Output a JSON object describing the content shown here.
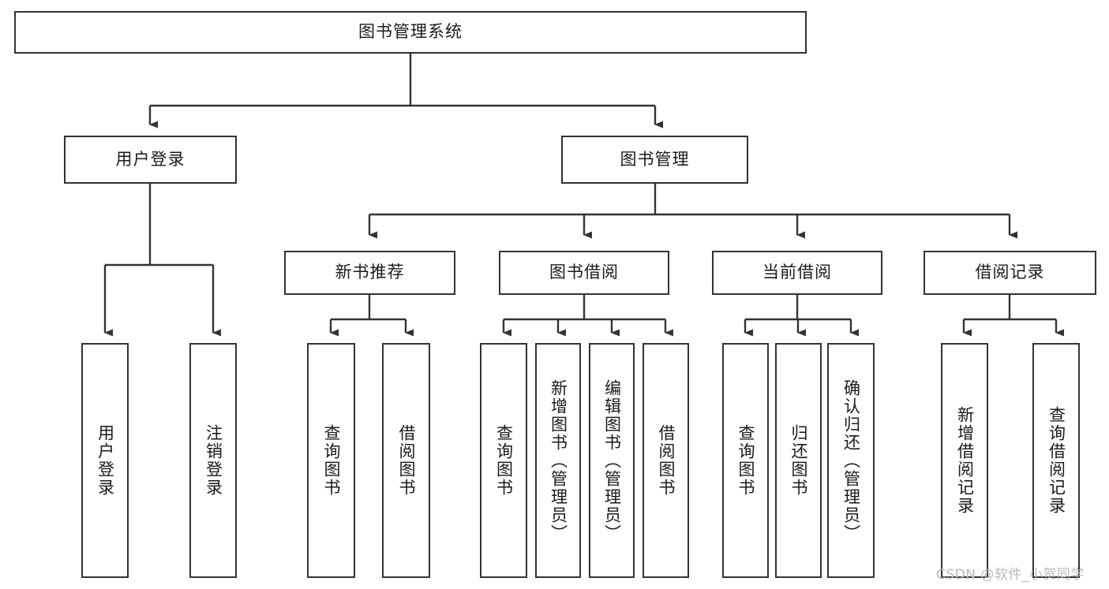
{
  "diagram": {
    "type": "tree-hierarchy-diagram",
    "title": "图书管理系统",
    "watermark": "CSDN @软件_小贺同学",
    "colors": {
      "box_border": "#333333",
      "box_fill": "#ffffff",
      "connector": "#333333",
      "text": "#1a1a1a",
      "watermark": "#b9b9b9",
      "background": "#ffffff"
    },
    "levels": [
      {
        "level": 1,
        "nodes": [
          {
            "id": "root",
            "label": "图书管理系统",
            "orientation": "horizontal"
          }
        ]
      },
      {
        "level": 2,
        "nodes": [
          {
            "id": "login",
            "label": "用户登录",
            "orientation": "horizontal",
            "parent": "root"
          },
          {
            "id": "bookmgmt",
            "label": "图书管理",
            "orientation": "horizontal",
            "parent": "root"
          }
        ]
      },
      {
        "level": 3,
        "nodes": [
          {
            "id": "newrec",
            "label": "新书推荐",
            "orientation": "horizontal",
            "parent": "bookmgmt"
          },
          {
            "id": "borrow",
            "label": "图书借阅",
            "orientation": "horizontal",
            "parent": "bookmgmt"
          },
          {
            "id": "current",
            "label": "当前借阅",
            "orientation": "horizontal",
            "parent": "bookmgmt"
          },
          {
            "id": "records",
            "label": "借阅记录",
            "orientation": "horizontal",
            "parent": "bookmgmt"
          }
        ]
      },
      {
        "level": 4,
        "nodes": [
          {
            "id": "leaf1",
            "label": "用户登录",
            "orientation": "vertical",
            "parent": "login"
          },
          {
            "id": "leaf2",
            "label": "注销登录",
            "orientation": "vertical",
            "parent": "login"
          },
          {
            "id": "leaf3",
            "label": "查询图书",
            "orientation": "vertical",
            "parent": "newrec"
          },
          {
            "id": "leaf4",
            "label": "借阅图书",
            "orientation": "vertical",
            "parent": "newrec"
          },
          {
            "id": "leaf5",
            "label": "查询图书",
            "orientation": "vertical",
            "parent": "borrow"
          },
          {
            "id": "leaf6",
            "label": "新增图书（管理员）",
            "orientation": "vertical",
            "parent": "borrow"
          },
          {
            "id": "leaf7",
            "label": "编辑图书（管理员）",
            "orientation": "vertical",
            "parent": "borrow"
          },
          {
            "id": "leaf8",
            "label": "借阅图书",
            "orientation": "vertical",
            "parent": "borrow"
          },
          {
            "id": "leaf9",
            "label": "查询图书",
            "orientation": "vertical",
            "parent": "current"
          },
          {
            "id": "leaf10",
            "label": "归还图书",
            "orientation": "vertical",
            "parent": "current"
          },
          {
            "id": "leaf11",
            "label": "确认归还（管理员）",
            "orientation": "vertical",
            "parent": "current"
          },
          {
            "id": "leaf12",
            "label": "新增借阅记录",
            "orientation": "vertical",
            "parent": "records"
          },
          {
            "id": "leaf13",
            "label": "查询借阅记录",
            "orientation": "vertical",
            "parent": "records"
          }
        ]
      }
    ]
  }
}
